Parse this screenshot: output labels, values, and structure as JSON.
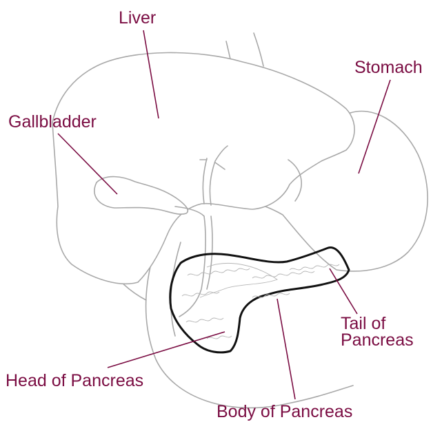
{
  "labels": {
    "liver": "Liver",
    "stomach": "Stomach",
    "gallbladder": "Gallbladder",
    "tail_of_pancreas": "Tail of\nPancreas",
    "head_of_pancreas": "Head of Pancreas",
    "body_of_pancreas": "Body of Pancreas"
  },
  "colors": {
    "label": "#7a0c42",
    "organ_outline": "#a8a8a8",
    "pancreas_outline": "#111111"
  }
}
